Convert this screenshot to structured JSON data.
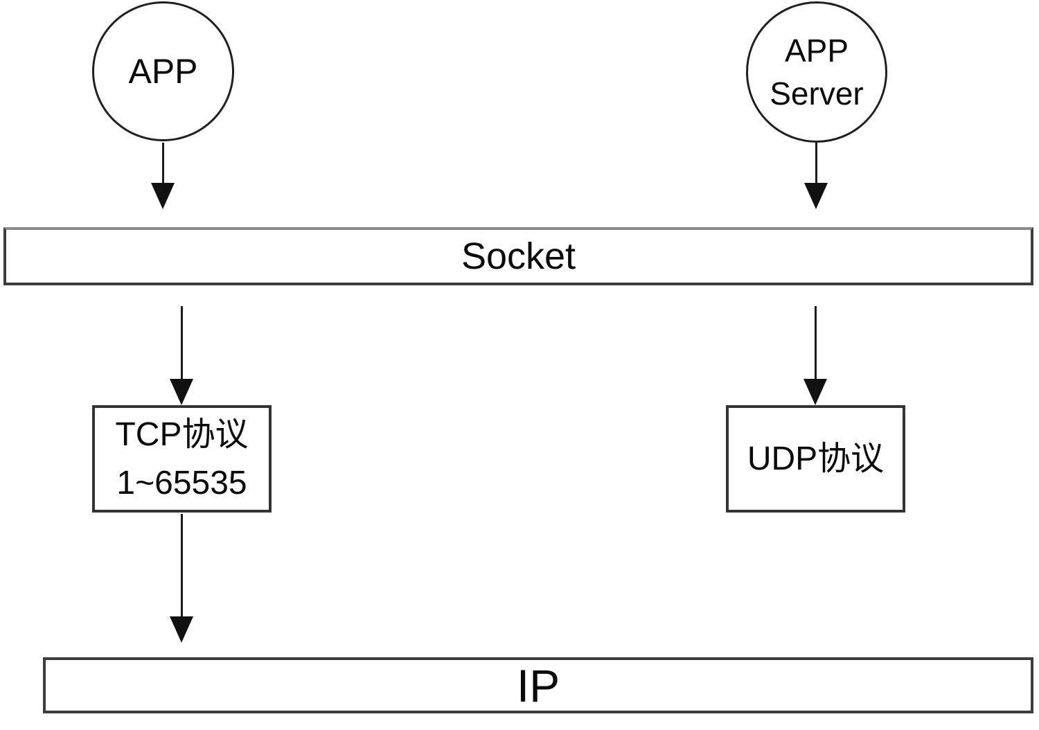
{
  "nodes": {
    "app": {
      "label": "APP"
    },
    "app_server": {
      "lines": [
        "APP",
        "Server"
      ]
    },
    "socket": {
      "label": "Socket"
    },
    "tcp": {
      "lines": [
        "TCP协议",
        "1~65535"
      ]
    },
    "udp": {
      "label": "UDP协议"
    },
    "ip": {
      "label": "IP"
    }
  },
  "edges": [
    {
      "from": "app",
      "to": "socket"
    },
    {
      "from": "app_server",
      "to": "socket"
    },
    {
      "from": "socket",
      "to": "tcp"
    },
    {
      "from": "socket",
      "to": "udp"
    },
    {
      "from": "tcp",
      "to": "ip"
    }
  ],
  "colors": {
    "stroke": "#1f1f1f",
    "text": "#0a0a0a",
    "background": "#ffffff"
  }
}
